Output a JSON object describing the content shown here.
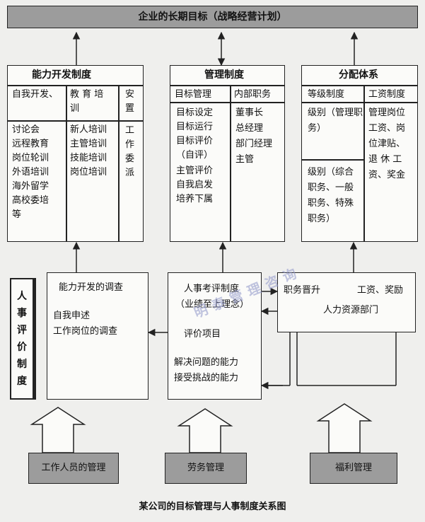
{
  "title": "企业的长期目标（战略经营计划）",
  "caption": "某公司的目标管理与人事制度关系图",
  "watermark": "明泰管理咨询",
  "ability": {
    "header": "能力开发制度",
    "col1_head": "自我开发、",
    "col1_items": [
      "讨论会",
      "远程教育",
      "岗位轮训",
      "外语培训",
      "海外留学",
      "高校委培",
      "等"
    ],
    "col2_head_1": "教 育 培",
    "col2_head_2": "训",
    "col2_items": [
      "新人培训",
      "主管培训",
      "技能培训",
      "岗位培训"
    ],
    "col3_head_1": "安",
    "col3_head_2": "置",
    "col3_vertical": "工作委派"
  },
  "mgmt": {
    "header": "管理制度",
    "col1_head": "目标管理",
    "col1_items": [
      "目标设定",
      "目标运行",
      "目标评价",
      "（自评）",
      "主管评价",
      "自我启发",
      "培养下属"
    ],
    "col2_head": "内部职务",
    "col2_items": [
      "董事长",
      "总经理",
      "部门经理",
      "主管"
    ]
  },
  "dist": {
    "header": "分配体系",
    "col1_head": "等级制度",
    "col1_items_a": [
      "级别（管理职",
      "务）"
    ],
    "col1_items_b": [
      "级别（综合",
      "职务、一般",
      "职务、特殊",
      "职务）"
    ],
    "col2_head": "工资制度",
    "col2_items": [
      "管理岗位",
      "工资、岗",
      "位津贴、",
      "退 休 工",
      "资、奖金"
    ]
  },
  "left_vertical": "人事评价制度",
  "survey": {
    "title": "能力开发的调查",
    "line1": "自我申述",
    "line2": "工作岗位的调查"
  },
  "appraisal": {
    "title": "人事考评制度",
    "subtitle": "（业绩至上理念）",
    "item_head": "评价项目",
    "item1": "解决问题的能力",
    "item2": "接受挑战的能力"
  },
  "hr": {
    "a": "职务晋升",
    "b": "工资、奖励",
    "dept": "人力资源部门"
  },
  "bottom": {
    "b1": "工作人员的管理",
    "b2": "劳务管理",
    "b3": "福利管理"
  }
}
